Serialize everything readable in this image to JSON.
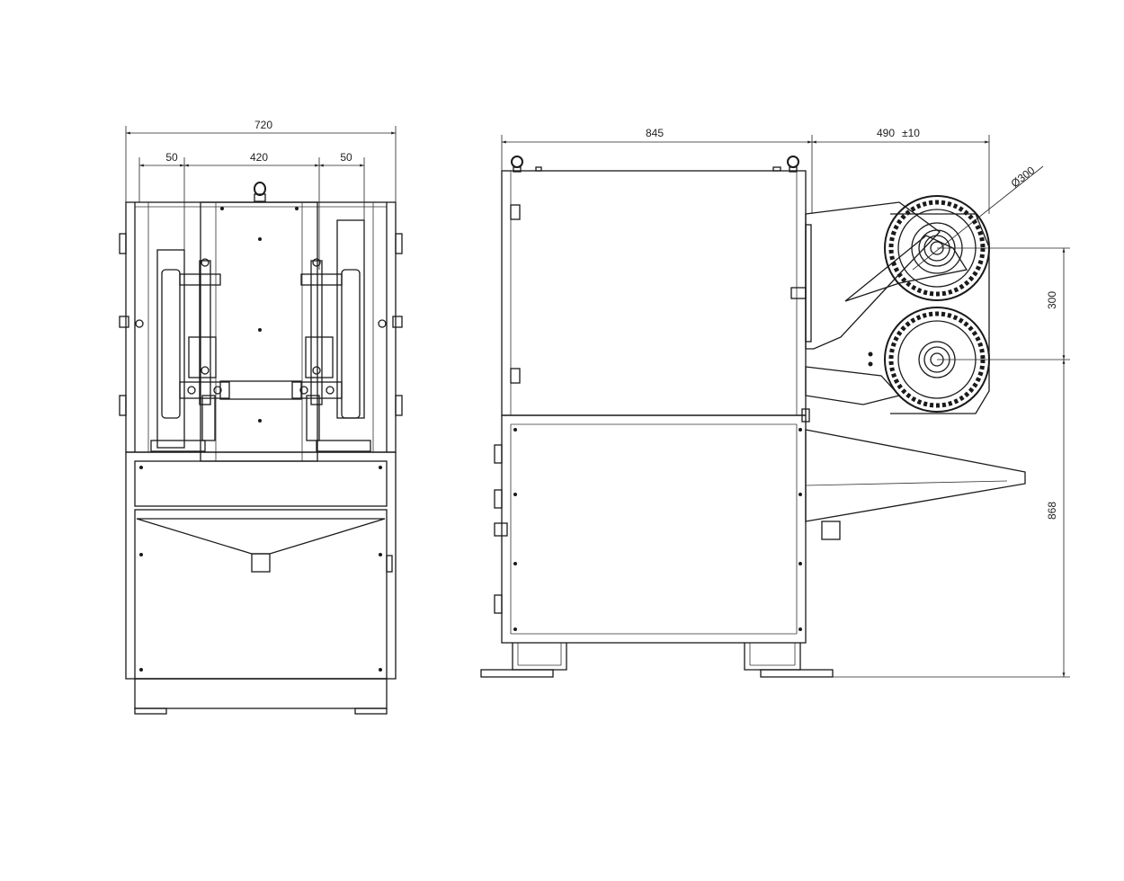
{
  "colors": {
    "line": "#1a1a1a",
    "background": "#ffffff"
  },
  "dimensions": {
    "front_overall_width": "720",
    "front_left_margin": "50",
    "front_center_width": "420",
    "front_right_margin": "50",
    "side_body_depth": "845",
    "side_extension": "490",
    "side_extension_tolerance": "±10",
    "pulley_diameter": "Ø300",
    "pulley_spacing": "300",
    "shaft_height": "868"
  }
}
